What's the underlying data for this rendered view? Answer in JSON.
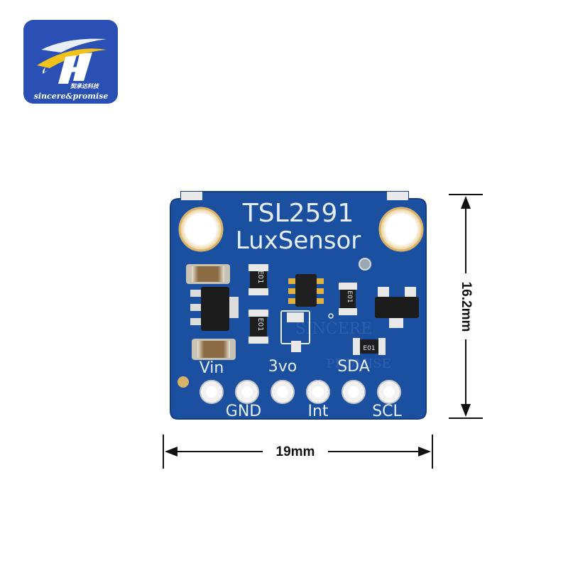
{
  "logo": {
    "brand": "sincere&promise",
    "subtitle": "契承达科技",
    "bg_color": "#2a4fb5",
    "accent_color": "#f2c21b",
    "icon": "stylized-ff-monogram"
  },
  "board": {
    "title_line1": "TSL2591",
    "title_line2": "LuxSensor",
    "pcb_color": "#1b4fa0",
    "pads_color": "#f2f2f2",
    "top_labels": [
      "Vin",
      "3vo",
      "SDA"
    ],
    "bottom_labels": [
      "GND",
      "Int",
      "SCL"
    ],
    "component_marking": "E01",
    "watermark_line1": "SINCERE",
    "watermark_line2": "PROMISE"
  },
  "dimensions": {
    "width_label": "19mm",
    "height_label": "16.2mm"
  }
}
